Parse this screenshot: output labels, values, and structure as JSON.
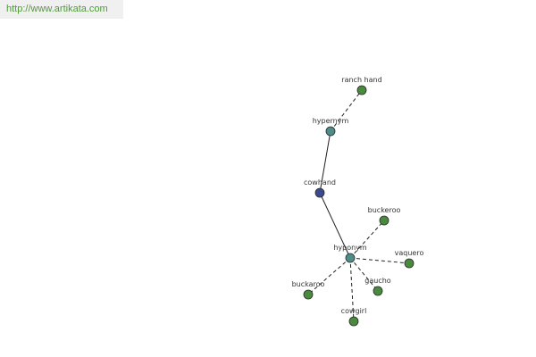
{
  "site_url": "http://www.artikata.com",
  "colors": {
    "url_text": "#4f9a3a",
    "banner_bg": "#f0f0f0",
    "center_node": "#3c4a8c",
    "relation_node": "#4e8c88",
    "term_node": "#4a8a3c",
    "node_stroke": "#2a2a2a",
    "edge": "#222222"
  },
  "graph": {
    "nodes": [
      {
        "id": "cowhand",
        "label": "cowhand",
        "role": "center"
      },
      {
        "id": "hypernym",
        "label": "hypernym",
        "role": "relation"
      },
      {
        "id": "hyponym",
        "label": "hyponym",
        "role": "relation"
      },
      {
        "id": "ranch-hand",
        "label": "ranch hand",
        "role": "term"
      },
      {
        "id": "buckeroo",
        "label": "buckeroo",
        "role": "term"
      },
      {
        "id": "vaquero",
        "label": "vaquero",
        "role": "term"
      },
      {
        "id": "gaucho",
        "label": "gaucho",
        "role": "term"
      },
      {
        "id": "cowgirl",
        "label": "cowgirl",
        "role": "term"
      },
      {
        "id": "buckaroo",
        "label": "buckaroo",
        "role": "term"
      }
    ],
    "edges": [
      {
        "from": "cowhand",
        "to": "hypernym",
        "style": "solid"
      },
      {
        "from": "cowhand",
        "to": "hyponym",
        "style": "solid"
      },
      {
        "from": "hypernym",
        "to": "ranch-hand",
        "style": "dashed"
      },
      {
        "from": "hyponym",
        "to": "buckeroo",
        "style": "dashed"
      },
      {
        "from": "hyponym",
        "to": "vaquero",
        "style": "dashed"
      },
      {
        "from": "hyponym",
        "to": "gaucho",
        "style": "dashed"
      },
      {
        "from": "hyponym",
        "to": "cowgirl",
        "style": "dashed"
      },
      {
        "from": "hyponym",
        "to": "buckaroo",
        "style": "dashed"
      }
    ]
  }
}
